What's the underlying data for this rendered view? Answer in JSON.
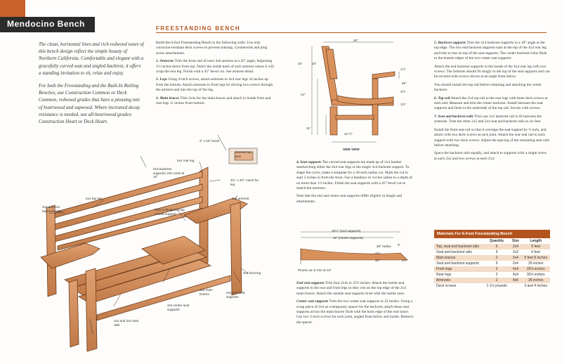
{
  "header": {
    "tab_title": "Mendocino Bench",
    "section_title": "FREESTANDING BENCH"
  },
  "intro": {
    "p1": "The clean, horizontal lines and rich redwood tones of this bench design reflect the simple beauty of Northern California. Comfortable and elegant with a gracefully curved seat and angled backrest, it offers a standing invitation to sit, relax and enjoy.",
    "p2": "For both the Freestanding and the Built-In Railing Benches, use Construction Common or Deck Common, redwood grades that have a pleasing mix of heartwood and sapwood. Where increased decay resistance is needed, use all-heartwood grades: Construction Heart or Deck Heart."
  },
  "col1": {
    "intro": "Build the 6-foot Freestanding Bench in the following order. Use only corrosion-resistant deck screws to prevent staining. Countersink and plug screw attachments.",
    "s1_title": "1. Armrests",
    "s1": " Trim the front end of each 4x6 armrest at a 45° angle, beginning 1½ inches down from top. Notch the inside back of each armrest where it will wrap the rear leg. Finish with a 45° bevel cut. See armrest detail.",
    "s2_title": "2. Legs",
    "s2": " Using 4-inch screws, attach armrests to 4x4 rear legs 24 inches up from the bottom. Attach armrests to front legs by driving two screws through the armrest and into the top of the leg.",
    "s3_title": "3. Main braces",
    "s3": " Trim 2x4s for the main braces and attach to inside front and rear legs 11 inches from bottom."
  },
  "col2": {
    "s4_title": "4. Seat supports",
    "s4": " The curved seat supports are made up of 2x4 lumber sandwiching either the 4x4 rear legs or the single 2x4 backrest support. To shape the curve, make a template for a 36-inch radius cut. Mark the cut to start 3 inches in from the front. Use a bandsaw to cut the radius to a depth of no more than 1½ inches. Finish the seat supports with a 45° bevel cut to match the armrests.",
    "s4_note": "Note that the end and center seat supports differ slightly in length and attachments.",
    "end_title": "End seat supports",
    "end": " Trim four 2x4s to 25½ inches. Attach the inside seat supports to the rear and front legs so they rest on the top edge of the 2x4 main braces. Attach the outside seat supports level with the inside ones.",
    "center_title": "Center seat supports",
    "center": " Trim the two center seat supports to 22 inches. Using a scrap piece of 2x4 as a temporary spacer for the backrest, attach these seat supports across the main braces flush with the back edge of the rear brace. Use two 3-inch screws for each joint, angled from below and inside. Remove the spacer."
  },
  "col3": {
    "s5_title": "5. Backrest supports",
    "s5": " Trim the 2x4 backrest supports to a 10° angle at the top edge. The two end backrest supports start at the top of the 4x4 rear leg and trim to rest on top of the seat supports. The center backrest trims flush to the bottom edges of the two center seat supports.",
    "s5b": "Attach the end backrest supports to the inside of the 4x4 rear leg with two screws. The bottoms should fit snugly to the top of the seat supports and can be secured with screws driven at an angle from below.",
    "s5c": "You should install the top rail before trimming and attaching the center backrest.",
    "s6_title": "6. Top rail",
    "s6": " Attach the 2x4 top rail to the rear legs with three deck screws at each end. Measure and trim the center backrest. Install between the seat supports and flush to the underside of the top rail. Secure with screws.",
    "s7_title": "7. Seat and backrest rails",
    "s7": " Trim one 2x2 backrest rail to fit between the armrests. Trim the other 2x2 and 2x4 seat and backrest rails to six feet.",
    "s7b": "Install the front seat rail so that it overlaps the seat support by ½ inch, and attach with two deck screws at each joint. Attach the rear seat rail to each support with two deck screws. Adjust the spacing of the remaining seat rails before attaching.",
    "s7c": "Space the backrest rails equally, and attach to supports with a single screw at each 2x2 and two screws at each 2x4."
  },
  "materials": {
    "title": "Materials For 6-Foot Freestanding Bench",
    "headers": [
      "",
      "Quantity",
      "Size",
      "Length"
    ],
    "rows": [
      [
        "Top, seat and backrest rails",
        "6",
        "2x4",
        "6 feet"
      ],
      [
        "Seat and backrest rails",
        "9",
        "2x2",
        "6 feet"
      ],
      [
        "Main braces",
        "2",
        "2x4",
        "5 feet 9 inches"
      ],
      [
        "Seat and backrest supports",
        "9",
        "2x4",
        "26 inches"
      ],
      [
        "Front legs",
        "2",
        "4x4",
        "20½ inches"
      ],
      [
        "Rear legs",
        "2",
        "4x4",
        "30½ inches"
      ],
      [
        "Armrests",
        "2",
        "4x6",
        "26 inches"
      ],
      [
        "Deck screws",
        "1-1½ pounds",
        "",
        "3 and 4 inches"
      ]
    ]
  },
  "labels": {
    "bevel": "2\" x 45° bevel",
    "armrest_top": "Armrest top view",
    "rear_leg": "4x4 rear leg",
    "backrest_supports": "2x4 backrest supports, trim ends at 10°",
    "notch": "3½\" x 3½\" notch for leg",
    "top_rail": "2x4 top rail",
    "trim_fit": "Trim to fit against top of seat support",
    "armrest": "4x6 armrest",
    "backrest_rails": "2x4 and 2x2 backrest rails",
    "front_leg": "4x4 front leg",
    "main_braces": "2x4 main braces",
    "end_seat": "2x4 end seat supports",
    "center_seat": "2x4 center seat supports",
    "seat_rails": "2x4 and 2x2 seat rails",
    "side_view": "SIDE VIEW",
    "dim_26": "26\"",
    "dim_32": "32\"",
    "dim_10": "10°",
    "dim_24": "24\"",
    "dim_11": "11\"",
    "dim_22": "22 ½\"",
    "dim_1_5": "1½\"",
    "dim_45": "45°",
    "dim_3_5": "3½\"",
    "dim_1_5b": "1½\"",
    "dim_255": "25½\" (end supports)",
    "dim_22b": "22\" (center supports)",
    "radius": "36\" radius",
    "dim_3": "3\"",
    "dim_1_5c": "1½\"",
    "dim_45b": "45°",
    "dim_1_5d": "1½\"",
    "plumb": "Plumb cut or trim at 10°"
  }
}
